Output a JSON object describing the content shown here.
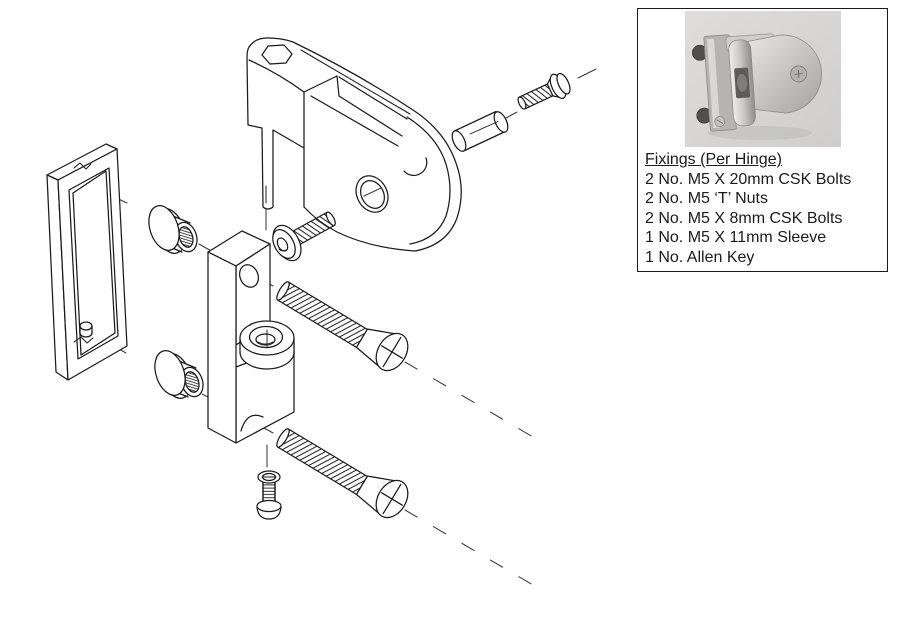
{
  "fixings_panel": {
    "title": "Fixings (Per Hinge)",
    "items": [
      "2 No. M5 X 20mm CSK Bolts",
      "2 No. M5 ‘T’ Nuts",
      "2 No. M5 X 8mm CSK Bolts",
      "1 No. M5 X 11mm Sleeve",
      "1 No. Allen Key"
    ]
  },
  "colors": {
    "line": "#1b1b1b",
    "axis": "#3a3a3a",
    "photo_background": "#d8d7d5",
    "metal_light": "#e6e5e3",
    "metal_dark": "#918f8d"
  }
}
